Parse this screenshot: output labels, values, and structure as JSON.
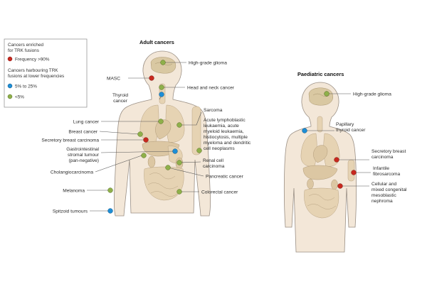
{
  "titles": {
    "adult": "Adult cancers",
    "paediatric": "Paediatric cancers"
  },
  "legend": {
    "enriched_heading": [
      "Cancers enriched",
      "for TRK fusions"
    ],
    "freq_high": "Frequency >90%",
    "lower_heading": [
      "Cancers harbouring TRK",
      "fusions at lower frequencies"
    ],
    "freq_mid": "5% to 25%",
    "freq_low": "<5%"
  },
  "colors": {
    "high": "#c8281e",
    "mid": "#1d8ed6",
    "low": "#8fb04a"
  },
  "adult_labels": {
    "high_grade_glioma": "High-grade glioma",
    "masc": "MASC",
    "head_neck": "Head and neck cancer",
    "thyroid": [
      "Thyroid",
      "cancer"
    ],
    "sarcoma": "Sarcoma",
    "leukaemia": [
      "Acute lymphoblastic",
      "leukaemia, acute",
      "myeloid leukaemia,",
      "histiocytosis, multiple",
      "myeloma and dendritic",
      "cell neoplasms"
    ],
    "lung": "Lung cancer",
    "breast": "Breast cancer",
    "secretory_breast": "Secretory breast carcinoma",
    "gist": [
      "Gastrointestinal",
      "stromal tumour",
      "(pan-negative)"
    ],
    "cholangio": "Cholangiocarcinoma",
    "renal": [
      "Renal cell",
      "carcinoma"
    ],
    "pancreatic": "Pancreatic cancer",
    "colorectal": "Colorectal cancer",
    "melanoma": "Melanoma",
    "spitzoid": "Spitzoid tumours"
  },
  "paed_labels": {
    "high_grade_glioma": "High-grade glioma",
    "papillary_thyroid": [
      "Papillary",
      "thyroid cancer"
    ],
    "secretory_breast": [
      "Secretory breast",
      "carcinoma"
    ],
    "infantile_fibro": [
      "Infantile",
      "fibrosarcoma"
    ],
    "mesoblastic": [
      "Cellular and",
      "mixed congenital",
      "mesoblastic",
      "nephroma"
    ]
  }
}
